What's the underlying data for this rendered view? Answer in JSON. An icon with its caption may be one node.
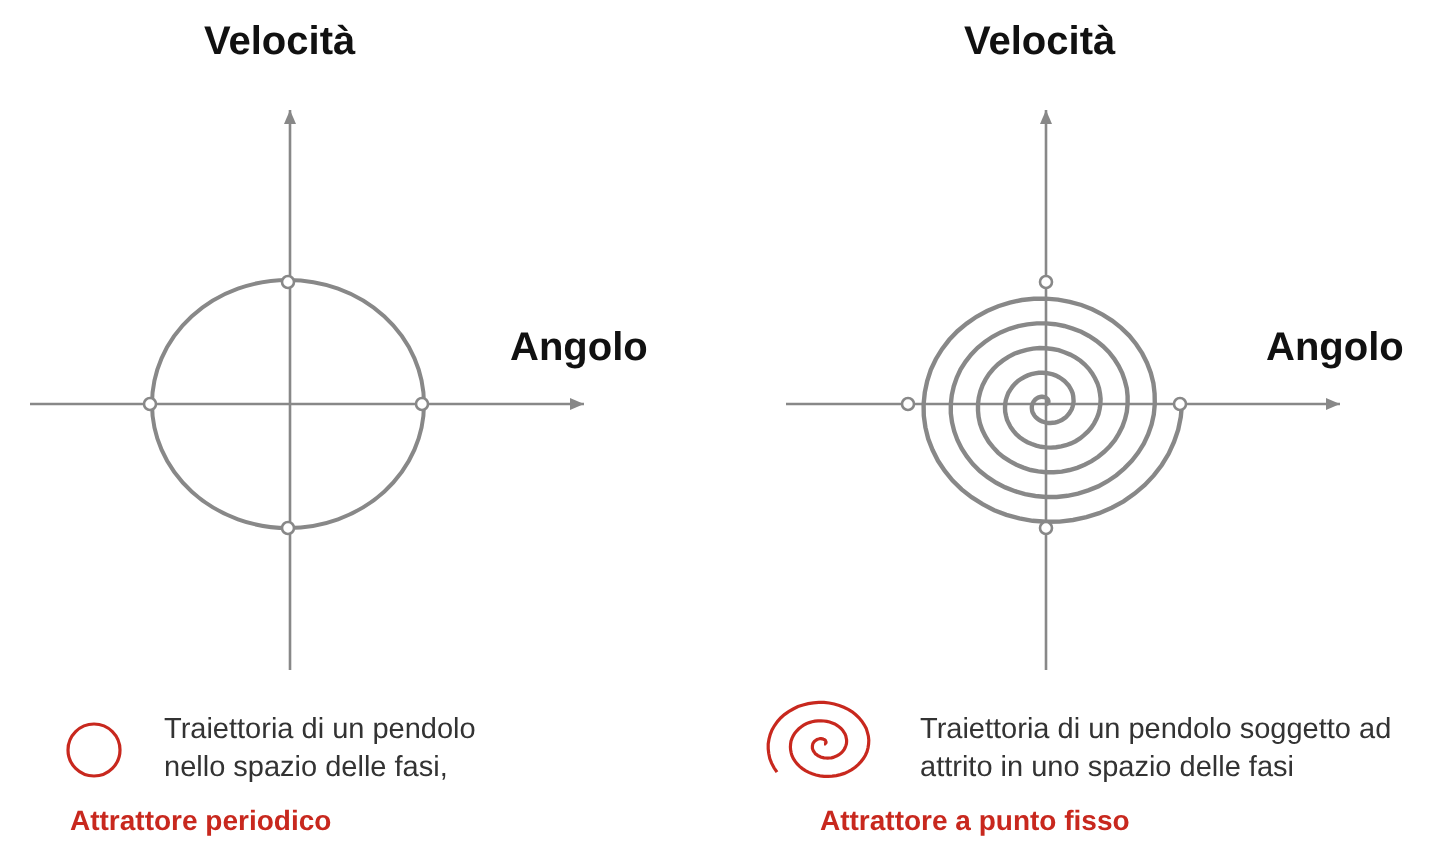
{
  "diagram": {
    "labels": [
      "Velocità",
      "Angolo",
      "Velocità",
      "Angolo",
      "Traiettoria di un pendolo nello spazio delle fasi,",
      "Attrattore periodico",
      "Traiettoria di un pendolo soggetto ad attrito in uno spazio delle fasi",
      "Attrattore a punto fisso"
    ]
  }
}
